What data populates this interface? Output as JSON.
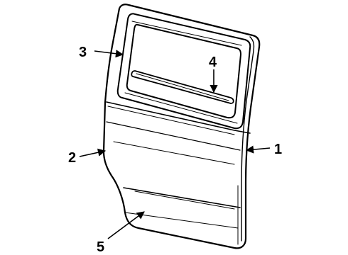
{
  "diagram": {
    "callouts": [
      {
        "id": "1",
        "label": "1"
      },
      {
        "id": "2",
        "label": "2"
      },
      {
        "id": "3",
        "label": "3"
      },
      {
        "id": "4",
        "label": "4"
      },
      {
        "id": "5",
        "label": "5"
      }
    ],
    "colors": {
      "stroke": "#000000",
      "background": "#ffffff"
    }
  }
}
